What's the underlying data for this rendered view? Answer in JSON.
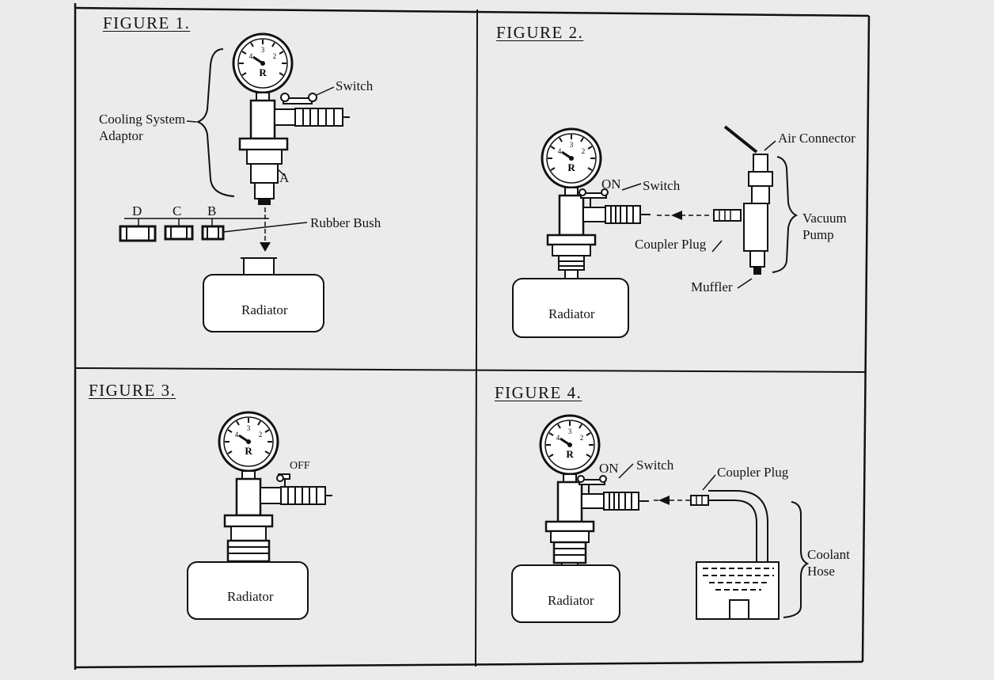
{
  "figures": [
    {
      "title": "FIGURE 1.",
      "labels": {
        "switch": "Switch",
        "adaptor_line1": "Cooling System",
        "adaptor_line2": "Adaptor",
        "point_a": "A",
        "bush_d": "D",
        "bush_c": "C",
        "bush_b": "B",
        "rubber_bush": "Rubber Bush",
        "radiator": "Radiator"
      }
    },
    {
      "title": "FIGURE 2.",
      "labels": {
        "on": "ON",
        "switch": "Switch",
        "air_connector": "Air Connector",
        "vacuum": "Vacuum",
        "pump": "Pump",
        "coupler_plug": "Coupler Plug",
        "muffler": "Muffler",
        "radiator": "Radiator"
      }
    },
    {
      "title": "FIGURE 3.",
      "labels": {
        "off": "OFF",
        "radiator": "Radiator"
      }
    },
    {
      "title": "FIGURE 4.",
      "labels": {
        "on": "ON",
        "switch": "Switch",
        "coupler_plug": "Coupler Plug",
        "coolant": "Coolant",
        "hose": "Hose",
        "radiator": "Radiator"
      }
    }
  ],
  "colors": {
    "paper": "#ebebeb",
    "ink": "#1a1a1a"
  }
}
